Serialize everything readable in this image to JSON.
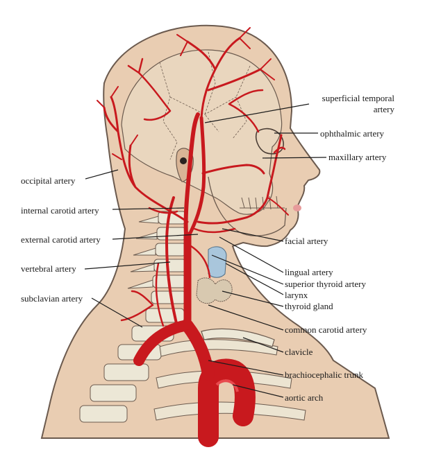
{
  "labels_left": {
    "occipital": "occipital artery",
    "internal_carotid": "internal carotid artery",
    "external_carotid": "external carotid artery",
    "vertebral": "vertebral artery",
    "subclavian": "subclavian artery"
  },
  "labels_right": {
    "superficial_temporal_line1": "superficial temporal",
    "superficial_temporal_line2": "artery",
    "ophthalmic": "ophthalmic artery",
    "maxillary": "maxillary artery",
    "facial": "facial artery",
    "lingual": "lingual artery",
    "superior_thyroid": "superior thyroid artery",
    "larynx": "larynx",
    "thyroid_gland": "thyroid gland",
    "common_carotid": "common carotid artery",
    "clavicle": "clavicle",
    "brachiocephalic": "brachiocephalic trunk",
    "aortic_arch": "aortic arch"
  },
  "colors": {
    "skin": "#e9cdb2",
    "skin_outline": "#6b5a4e",
    "bone": "#ece7d6",
    "artery": "#c8191e",
    "artery_dark": "#8f0f12",
    "label_line": "#1a1a1a",
    "larynx": "#a9c6dc"
  }
}
